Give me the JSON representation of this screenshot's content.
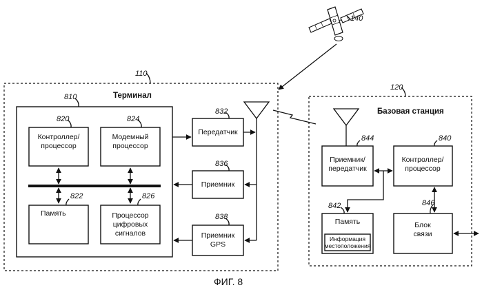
{
  "satellite": {
    "ref": "140"
  },
  "terminal": {
    "ref": "110",
    "title": "Терминал",
    "inner_ref": "810",
    "controller": {
      "ref": "820",
      "lines": [
        "Контроллер/",
        "процессор"
      ]
    },
    "modem": {
      "ref": "824",
      "lines": [
        "Модемный",
        "процессор"
      ]
    },
    "memory": {
      "ref": "822",
      "label": "Память"
    },
    "dsp": {
      "ref": "826",
      "lines": [
        "Процессор",
        "цифровых",
        "сигналов"
      ]
    },
    "transmitter": {
      "ref": "832",
      "label": "Передатчик"
    },
    "receiver": {
      "ref": "836",
      "label": "Приемник"
    },
    "gps": {
      "ref": "838",
      "lines": [
        "Приемник",
        "GPS"
      ]
    }
  },
  "base_station": {
    "ref": "120",
    "title": "Базовая станция",
    "transceiver": {
      "ref": "844",
      "lines": [
        "Приемник/",
        "передатчик"
      ]
    },
    "controller": {
      "ref": "840",
      "lines": [
        "Контроллер/",
        "процессор"
      ]
    },
    "memory": {
      "ref": "842",
      "label": "Память",
      "info_lines": [
        "Информация",
        "местоположения"
      ]
    },
    "comm": {
      "ref": "846",
      "lines": [
        "Блок",
        "связи"
      ]
    }
  },
  "caption": "ФИГ. 8"
}
